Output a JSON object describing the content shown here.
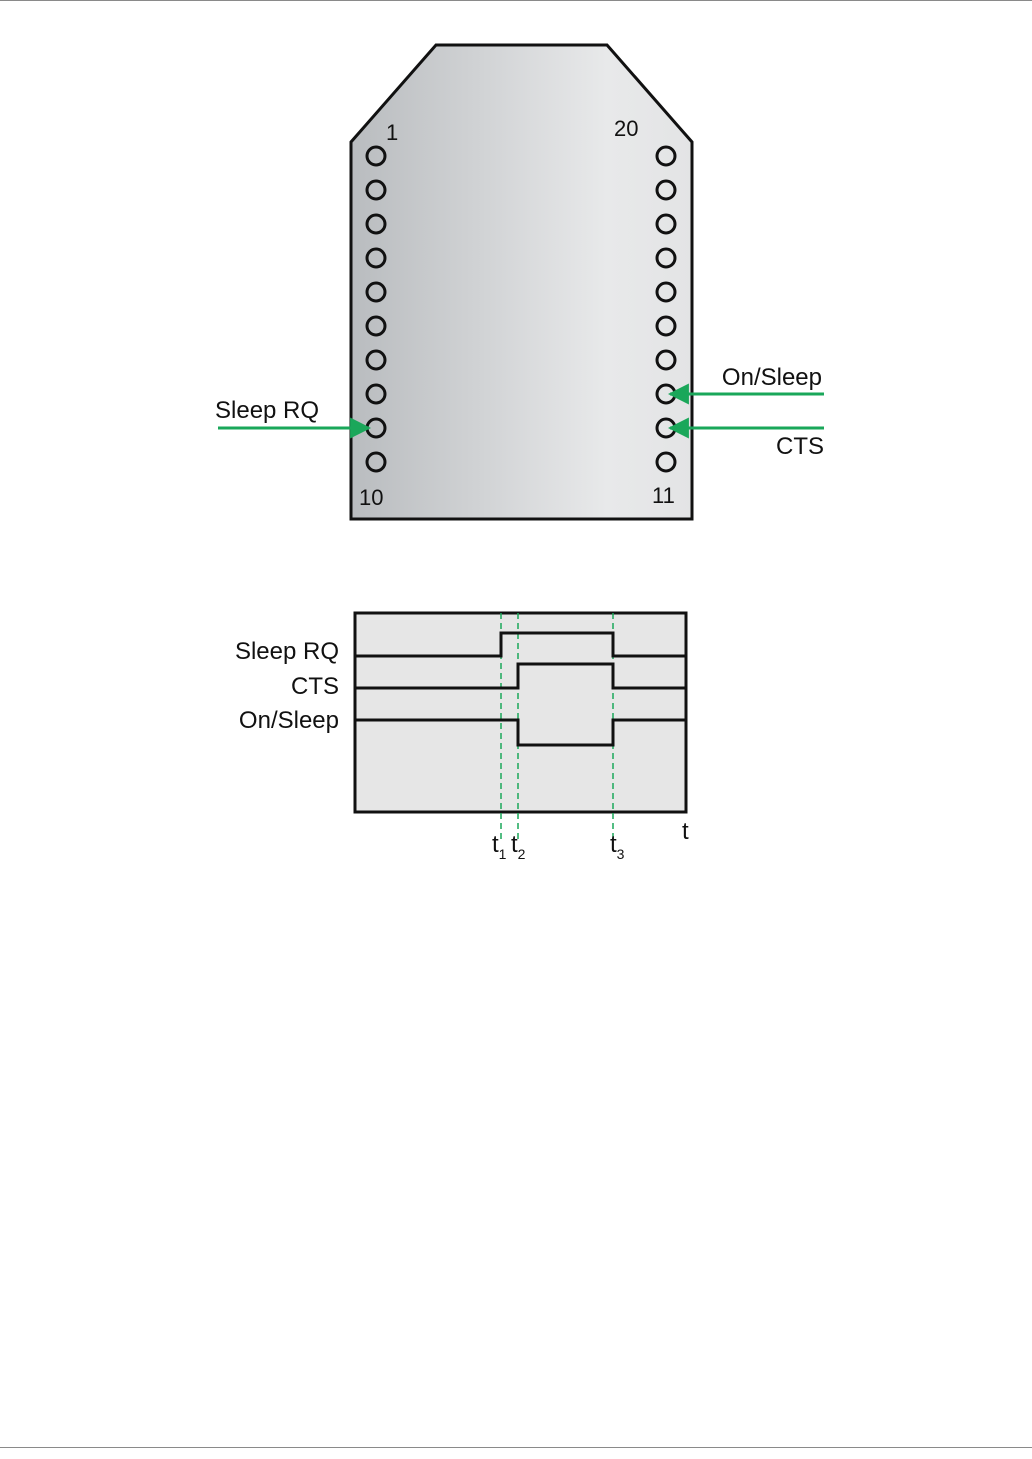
{
  "colors": {
    "module_body_dark": "#b9bcbf",
    "module_body_light": "#e8e9ea",
    "timing_bg": "#e6e6e6",
    "arrow_green": "#1aa75a",
    "outline": "#111111"
  },
  "module": {
    "pin_label_top_left": "1",
    "pin_label_top_right": "20",
    "pin_label_bottom_left": "10",
    "pin_label_bottom_right": "11",
    "left_pin_count": 10,
    "right_pin_count": 10,
    "arrows": {
      "sleep_rq": {
        "label": "Sleep RQ",
        "side": "left",
        "pin": 9
      },
      "on_sleep": {
        "label": "On/Sleep",
        "side": "right",
        "pin": 13
      },
      "cts": {
        "label": "CTS",
        "side": "right",
        "pin": 12
      }
    }
  },
  "timing": {
    "signal_labels": [
      "Sleep RQ",
      "CTS",
      "On/Sleep"
    ],
    "markers": [
      {
        "label": "t",
        "sub": "1"
      },
      {
        "label": "t",
        "sub": "2"
      },
      {
        "label": "t",
        "sub": "3"
      }
    ],
    "axis_label": "t"
  }
}
